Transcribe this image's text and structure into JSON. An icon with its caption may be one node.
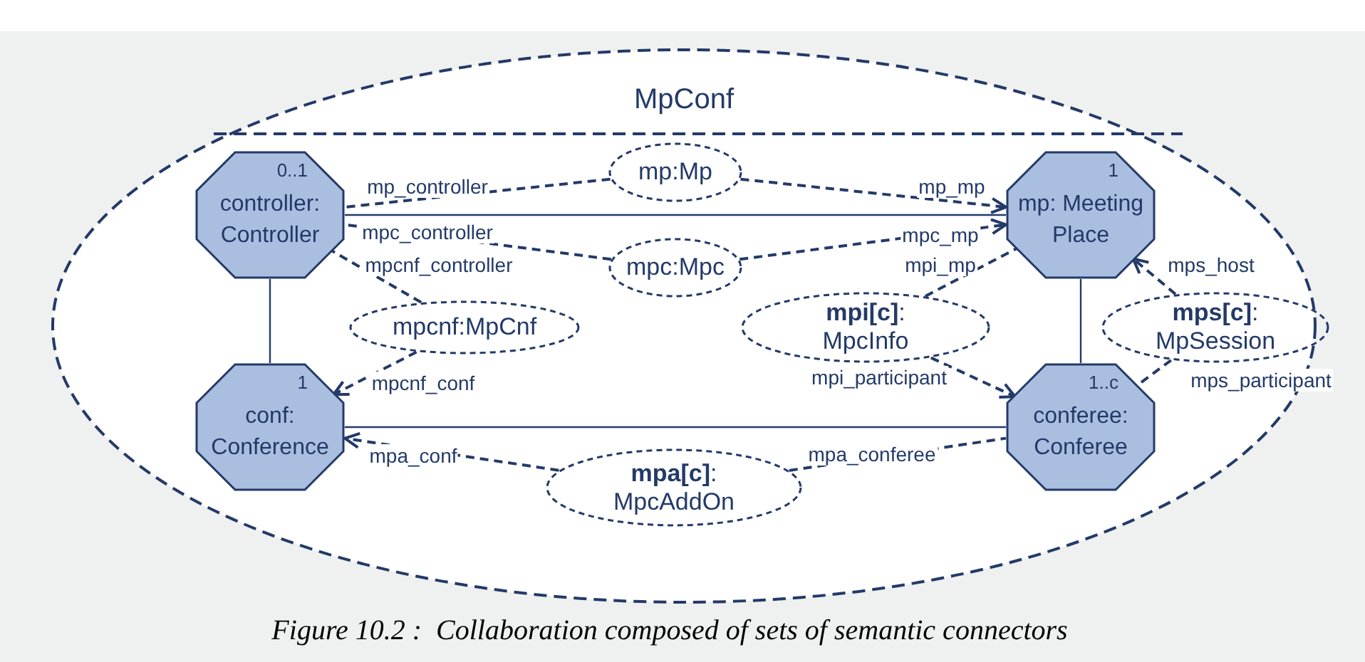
{
  "diagram": {
    "caption": "Figure 10.2 :  Collaboration composed of sets of semantic connectors",
    "nodes": [
      {
        "text": [
          "MpConf"
        ]
      },
      {
        "text": [
          "0..1",
          "controller: Controller"
        ],
        "in": 0
      },
      {
        "text": [
          "1",
          "mp: Meeting Place"
        ],
        "in": 0
      },
      {
        "text": [
          "1",
          "conf: Conference"
        ],
        "in": 0
      },
      {
        "text": [
          "1..c",
          "conferee: Conferee"
        ],
        "in": 0
      },
      {
        "text": [
          "mp:Mp"
        ],
        "in": 0
      },
      {
        "text": [
          "mpc:Mpc"
        ],
        "in": 0
      },
      {
        "text": [
          "mpcnf:MpCnf"
        ],
        "in": 0
      },
      {
        "text": [
          "**mpi[c]**: MpcInfo"
        ],
        "in": 0
      },
      {
        "text": [
          "**mps[c]**: MpSession"
        ],
        "in": 0
      },
      {
        "text": [
          "**mpa[c]**: MpcAddOn"
        ],
        "in": 0
      }
    ],
    "edges": [
      {
        "from": 1,
        "to": 2,
        "arrow": "none"
      },
      {
        "from": 1,
        "to": 3,
        "arrow": "none"
      },
      {
        "from": 3,
        "to": 4,
        "arrow": "none"
      },
      {
        "from": 2,
        "to": 4,
        "arrow": "none"
      },
      {
        "from": 5,
        "to": 1,
        "arrow": "none",
        "label": "mp_controller",
        "style": "dashed"
      },
      {
        "from": 5,
        "to": 2,
        "arrow": "to",
        "label": "mp_mp",
        "style": "dashed"
      },
      {
        "from": 6,
        "to": 1,
        "arrow": "none",
        "label": "mpc_controller",
        "style": "dashed"
      },
      {
        "from": 6,
        "to": 2,
        "arrow": "to",
        "label": "mpc_mp",
        "style": "dashed"
      },
      {
        "from": 7,
        "to": 1,
        "arrow": "none",
        "label": "mpcnf_controller",
        "style": "dashed"
      },
      {
        "from": 7,
        "to": 3,
        "arrow": "to",
        "label": "mpcnf_conf",
        "style": "dashed"
      },
      {
        "from": 8,
        "to": 2,
        "arrow": "none",
        "label": "mpi_mp",
        "style": "dashed"
      },
      {
        "from": 8,
        "to": 4,
        "arrow": "to",
        "label": "mpi_participant",
        "style": "dashed"
      },
      {
        "from": 9,
        "to": 2,
        "arrow": "to",
        "label": "mps_host",
        "style": "dashed"
      },
      {
        "from": 9,
        "to": 4,
        "arrow": "none",
        "label": "mps_participant",
        "style": "dashed"
      },
      {
        "from": 10,
        "to": 3,
        "arrow": "to",
        "label": "mpa_conf",
        "style": "dashed"
      },
      {
        "from": 10,
        "to": 4,
        "arrow": "none",
        "label": "mpa_conferee",
        "style": "dashed"
      }
    ]
  }
}
